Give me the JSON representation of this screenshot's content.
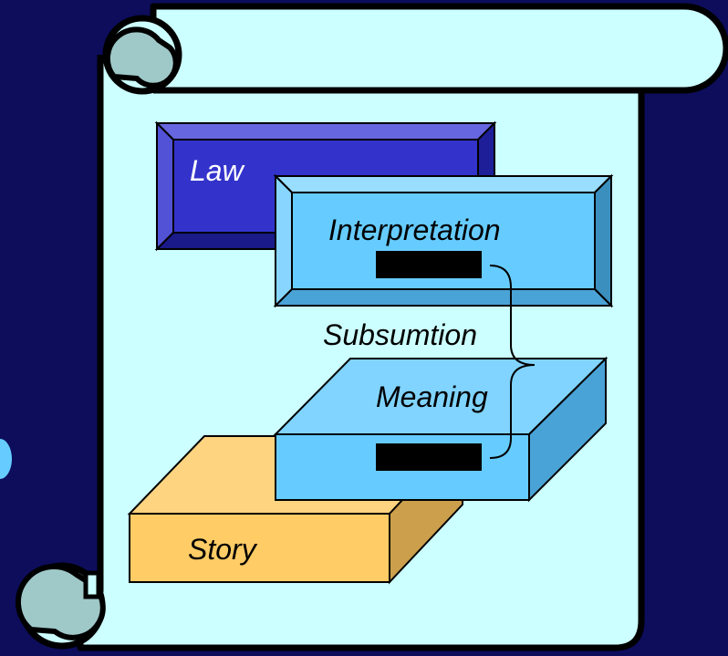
{
  "labels": {
    "law": "Law",
    "interpretation": "Interpretation",
    "subsumption": "Subsumtion",
    "meaning": "Meaning",
    "story": "Story"
  },
  "colors": {
    "background": "#0d0d5c",
    "scroll": "#ccffff",
    "scroll_curl": "#9fc9c9",
    "law_face": "#3333cc",
    "interpretation_face": "#66ccff",
    "meaning_face": "#66ccff",
    "story_face": "#ffcc66",
    "redaction": "#000000"
  }
}
